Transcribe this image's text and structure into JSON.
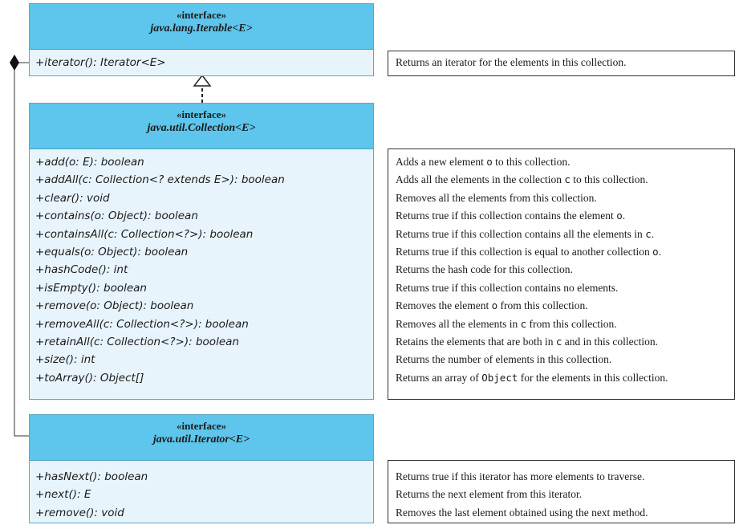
{
  "iterable": {
    "stereotype": "«interface»",
    "name": "java.lang.Iterable<E>",
    "methods": [
      "+iterator(): Iterator<E>"
    ],
    "descriptions": [
      "Returns an iterator for the elements in this collection."
    ]
  },
  "collection": {
    "stereotype": "«interface»",
    "name": "java.util.Collection<E>",
    "methods": [
      "+add(o: E): boolean",
      "+addAll(c: Collection<? extends E>): boolean",
      "+clear(): void",
      "+contains(o: Object): boolean",
      "+containsAll(c: Collection<?>): boolean",
      "+equals(o: Object): boolean",
      "+hashCode(): int",
      "+isEmpty(): boolean",
      "+remove(o: Object): boolean",
      "+removeAll(c: Collection<?>): boolean",
      "+retainAll(c: Collection<?>): boolean",
      "+size(): int",
      "+toArray(): Object[]"
    ],
    "descriptions": [
      [
        "Adds a new element ",
        {
          "code": "o"
        },
        " to this collection."
      ],
      [
        "Adds all the elements in the collection ",
        {
          "code": "c"
        },
        " to this collection."
      ],
      [
        "Removes all the elements from this collection."
      ],
      [
        "Returns true if this collection contains the element ",
        {
          "code": "o"
        },
        "."
      ],
      [
        "Returns true if this collection contains all the elements in ",
        {
          "code": "c"
        },
        "."
      ],
      [
        "Returns true if this collection is equal to another collection ",
        {
          "code": "o"
        },
        "."
      ],
      [
        "Returns the hash code for this collection."
      ],
      [
        "Returns true if this collection contains no elements."
      ],
      [
        "Removes the element ",
        {
          "code": "o"
        },
        " from this collection."
      ],
      [
        "Removes all the elements in ",
        {
          "code": "c"
        },
        " from this collection."
      ],
      [
        "Retains the elements that are both in ",
        {
          "code": "c"
        },
        " and in this collection."
      ],
      [
        "Returns the number of elements in this collection."
      ],
      [
        "Returns an array of ",
        {
          "code": "Object"
        },
        " for the elements in this collection."
      ]
    ]
  },
  "iterator": {
    "stereotype": "«interface»",
    "name": "java.util.Iterator<E>",
    "methods": [
      "+hasNext(): boolean",
      "+next(): E",
      "+remove(): void"
    ],
    "descriptions": [
      [
        "Returns true if this iterator has more elements to traverse."
      ],
      [
        "Returns the next element from this iterator."
      ],
      [
        "Removes the last element obtained using the next method."
      ]
    ]
  },
  "colors": {
    "header": "#5ec5ec",
    "body": "#e8f4fb",
    "border": "#5aa7c9"
  }
}
